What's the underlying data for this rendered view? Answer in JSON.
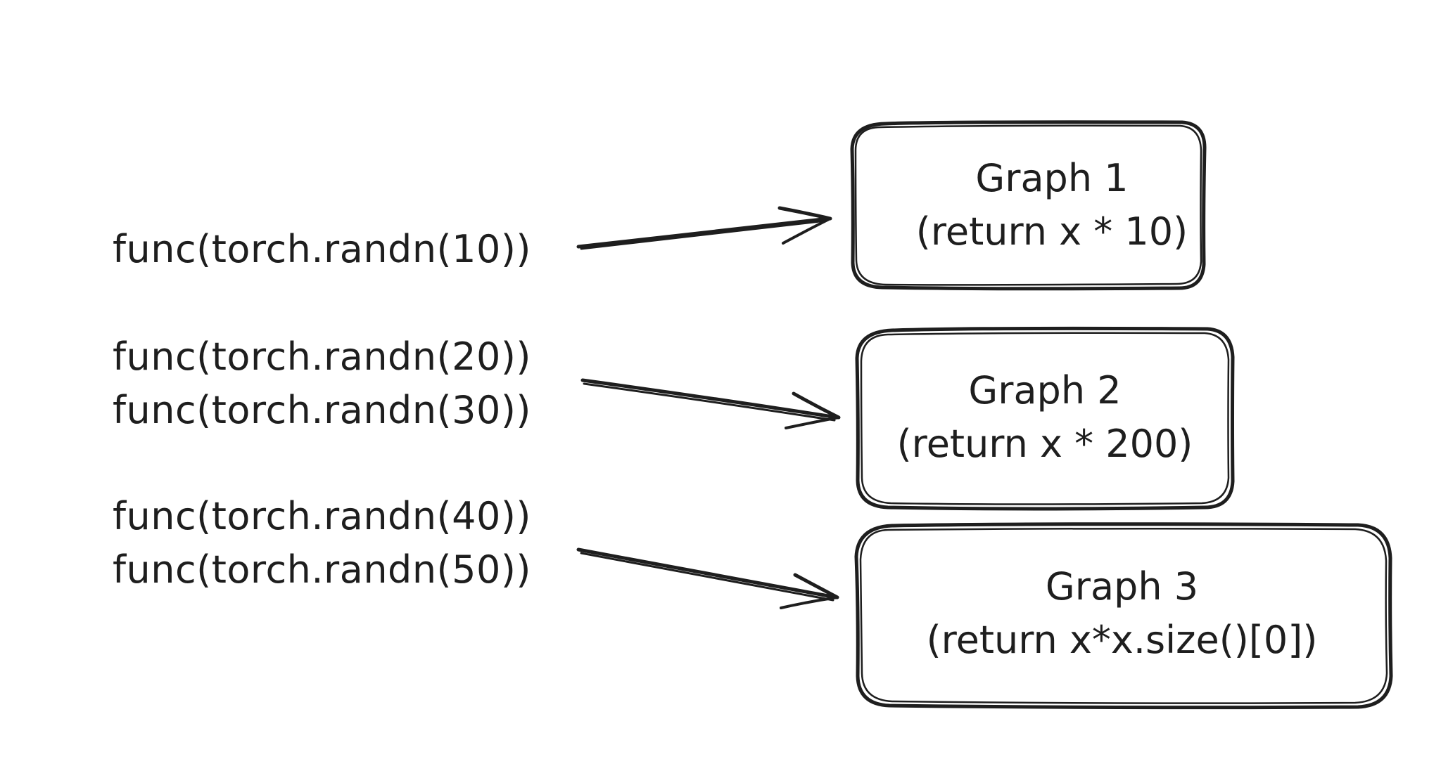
{
  "calls": [
    {
      "lines": [
        "func(torch.randn(10))"
      ]
    },
    {
      "lines": [
        "func(torch.randn(20))",
        "func(torch.randn(30))"
      ]
    },
    {
      "lines": [
        "func(torch.randn(40))",
        "func(torch.randn(50))"
      ]
    }
  ],
  "graphs": [
    {
      "title": "Graph 1",
      "body": "(return x * 10)"
    },
    {
      "title": "Graph 2",
      "body": "(return x * 200)"
    },
    {
      "title": "Graph 3",
      "body": "(return x*x.size()[0])"
    }
  ],
  "colors": {
    "stroke": "#1e1e1e",
    "background": "#ffffff"
  }
}
